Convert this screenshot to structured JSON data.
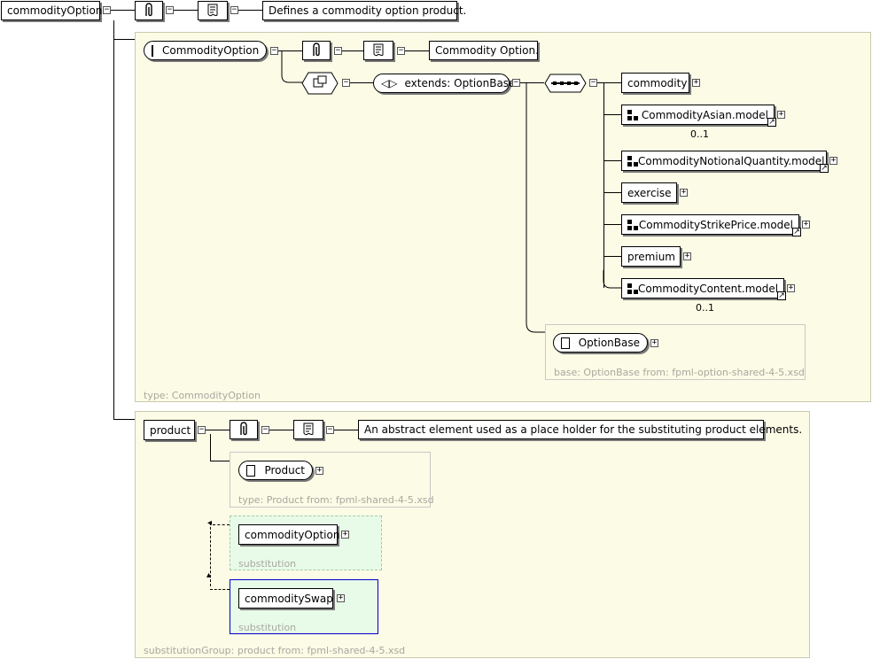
{
  "root": {
    "label": "commodityOption",
    "doc": "Defines a commodity option product."
  },
  "type_panel": {
    "type_name": "CommodityOption",
    "doc": "Commodity Option.",
    "extends_label": "extends: OptionBase",
    "footer": "type: CommodityOption",
    "sequence": [
      {
        "label": "commodity"
      },
      {
        "label": "CommodityAsian.model",
        "occurs": "0..1"
      },
      {
        "label": "CommodityNotionalQuantity.model"
      },
      {
        "label": "exercise"
      },
      {
        "label": "CommodityStrikePrice.model"
      },
      {
        "label": "premium"
      },
      {
        "label": "CommodityContent.model",
        "occurs": "0..1"
      }
    ],
    "base": {
      "label": "OptionBase",
      "footer": "base: OptionBase from: fpml-option-shared-4-5.xsd"
    }
  },
  "product_panel": {
    "label": "product",
    "doc": "An abstract element used as a place holder for the substituting product elements.",
    "type_box": {
      "label": "Product",
      "footer": "type: Product from: fpml-shared-4-5.xsd"
    },
    "substitutions": [
      {
        "label": "commodityOption",
        "footer": "substitution"
      },
      {
        "label": "commoditySwap",
        "footer": "substitution"
      }
    ],
    "footer": "substitutionGroup: product from: fpml-shared-4-5.xsd"
  },
  "colors": {
    "panel_bg": "#fbfbe6",
    "subst_bg": "#e8fbe8",
    "selected_border": "#0000cc"
  }
}
